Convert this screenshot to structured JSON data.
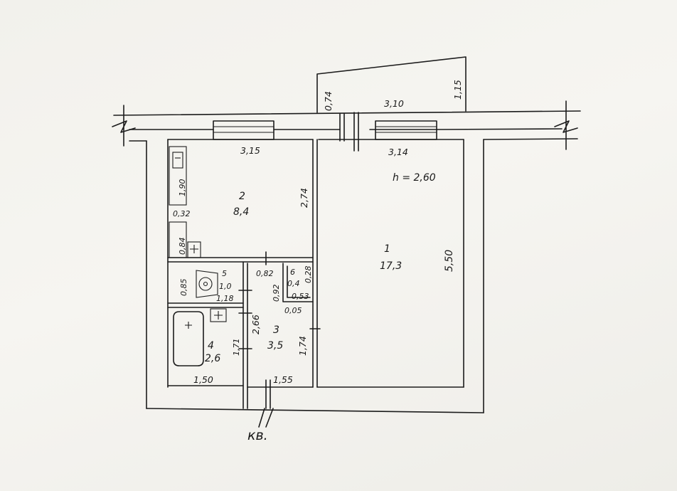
{
  "plan": {
    "ceiling_height": "h = 2,60",
    "apartment_mark": "кв.",
    "rooms": [
      {
        "id": "room-1",
        "number": "1",
        "area": "17,3"
      },
      {
        "id": "room-2",
        "number": "2",
        "area": "8,4"
      },
      {
        "id": "room-3",
        "number": "3",
        "area": "3,5"
      },
      {
        "id": "room-4",
        "number": "4",
        "area": "2,6"
      },
      {
        "id": "room-5",
        "number": "5",
        "area": "1,0",
        "extra": "1,18"
      },
      {
        "id": "room-6",
        "number": "6",
        "area": "0,4"
      }
    ],
    "dimensions": {
      "balcony_left": "0,74",
      "balcony_width": "3,10",
      "balcony_right": "1,15",
      "kitchen_width": "3,15",
      "room1_width": "3,14",
      "kitchen_cabinet": "1,90",
      "kitchen_height": "2,74",
      "kitchen_offset": "0,32",
      "kitchen_niche": "0,84",
      "room1_height": "5,50",
      "wc_height": "0,85",
      "hall_height": "2,66",
      "hall_right": "1,74",
      "bath_height": "1,71",
      "bath_width": "1,50",
      "hall_width": "1,55",
      "closet_width": "0,82",
      "closet_height": "0,92",
      "closet_side": "0,28",
      "closet_depth": "0,53",
      "closet_offset": "0,05"
    }
  }
}
